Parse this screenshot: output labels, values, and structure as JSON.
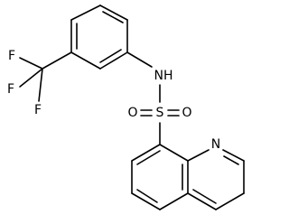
{
  "molecule": {
    "atom_labels": {
      "f_top": "F",
      "f_left": "F",
      "f_bottom": "F",
      "nh": "NH",
      "s": "S",
      "o_left": "O",
      "o_right": "O",
      "n_ring": "N"
    }
  }
}
